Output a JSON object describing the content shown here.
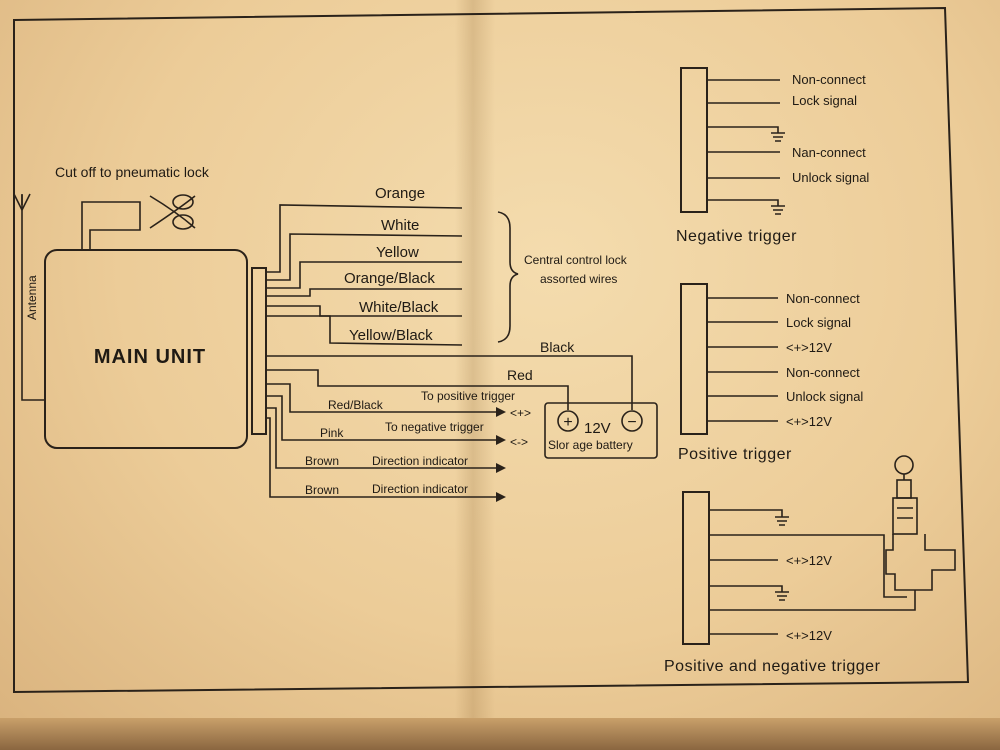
{
  "main_unit": {
    "label": "MAIN UNIT",
    "antenna_label": "Antenna",
    "pneumatic_label": "Cut off to pneumatic lock"
  },
  "wires": {
    "orange": "Orange",
    "white": "White",
    "yellow": "Yellow",
    "orange_black": "Orange/Black",
    "white_black": "White/Black",
    "yellow_black": "Yellow/Black",
    "black": "Black",
    "red": "Red",
    "red_black": "Red/Black",
    "pink": "Pink",
    "brown_1": "Brown",
    "brown_2": "Brown"
  },
  "central_lock_label_1": "Central control lock",
  "central_lock_label_2": "assorted wires",
  "targets": {
    "to_positive": "To positive trigger",
    "plus_marker": "<+>",
    "to_negative": "To negative trigger",
    "minus_marker": "<->",
    "direction_1": "Direction indicator",
    "direction_2": "Direction indicator"
  },
  "battery": {
    "voltage": "12V",
    "label": "Slor age battery",
    "plus": "+",
    "minus": "−"
  },
  "negative_trigger": {
    "title": "Negative trigger",
    "pins": [
      "Non-connect",
      "Lock signal",
      "Nan-connect",
      "Unlock signal"
    ]
  },
  "positive_trigger": {
    "title": "Positive trigger",
    "pins": [
      "Non-connect",
      "Lock signal",
      "<+>12V",
      "Non-connect",
      "Unlock signal",
      "<+>12V"
    ]
  },
  "pos_neg_trigger": {
    "title": "Positive and negative trigger",
    "pins": [
      "<+>12V",
      "<+>12V"
    ]
  }
}
